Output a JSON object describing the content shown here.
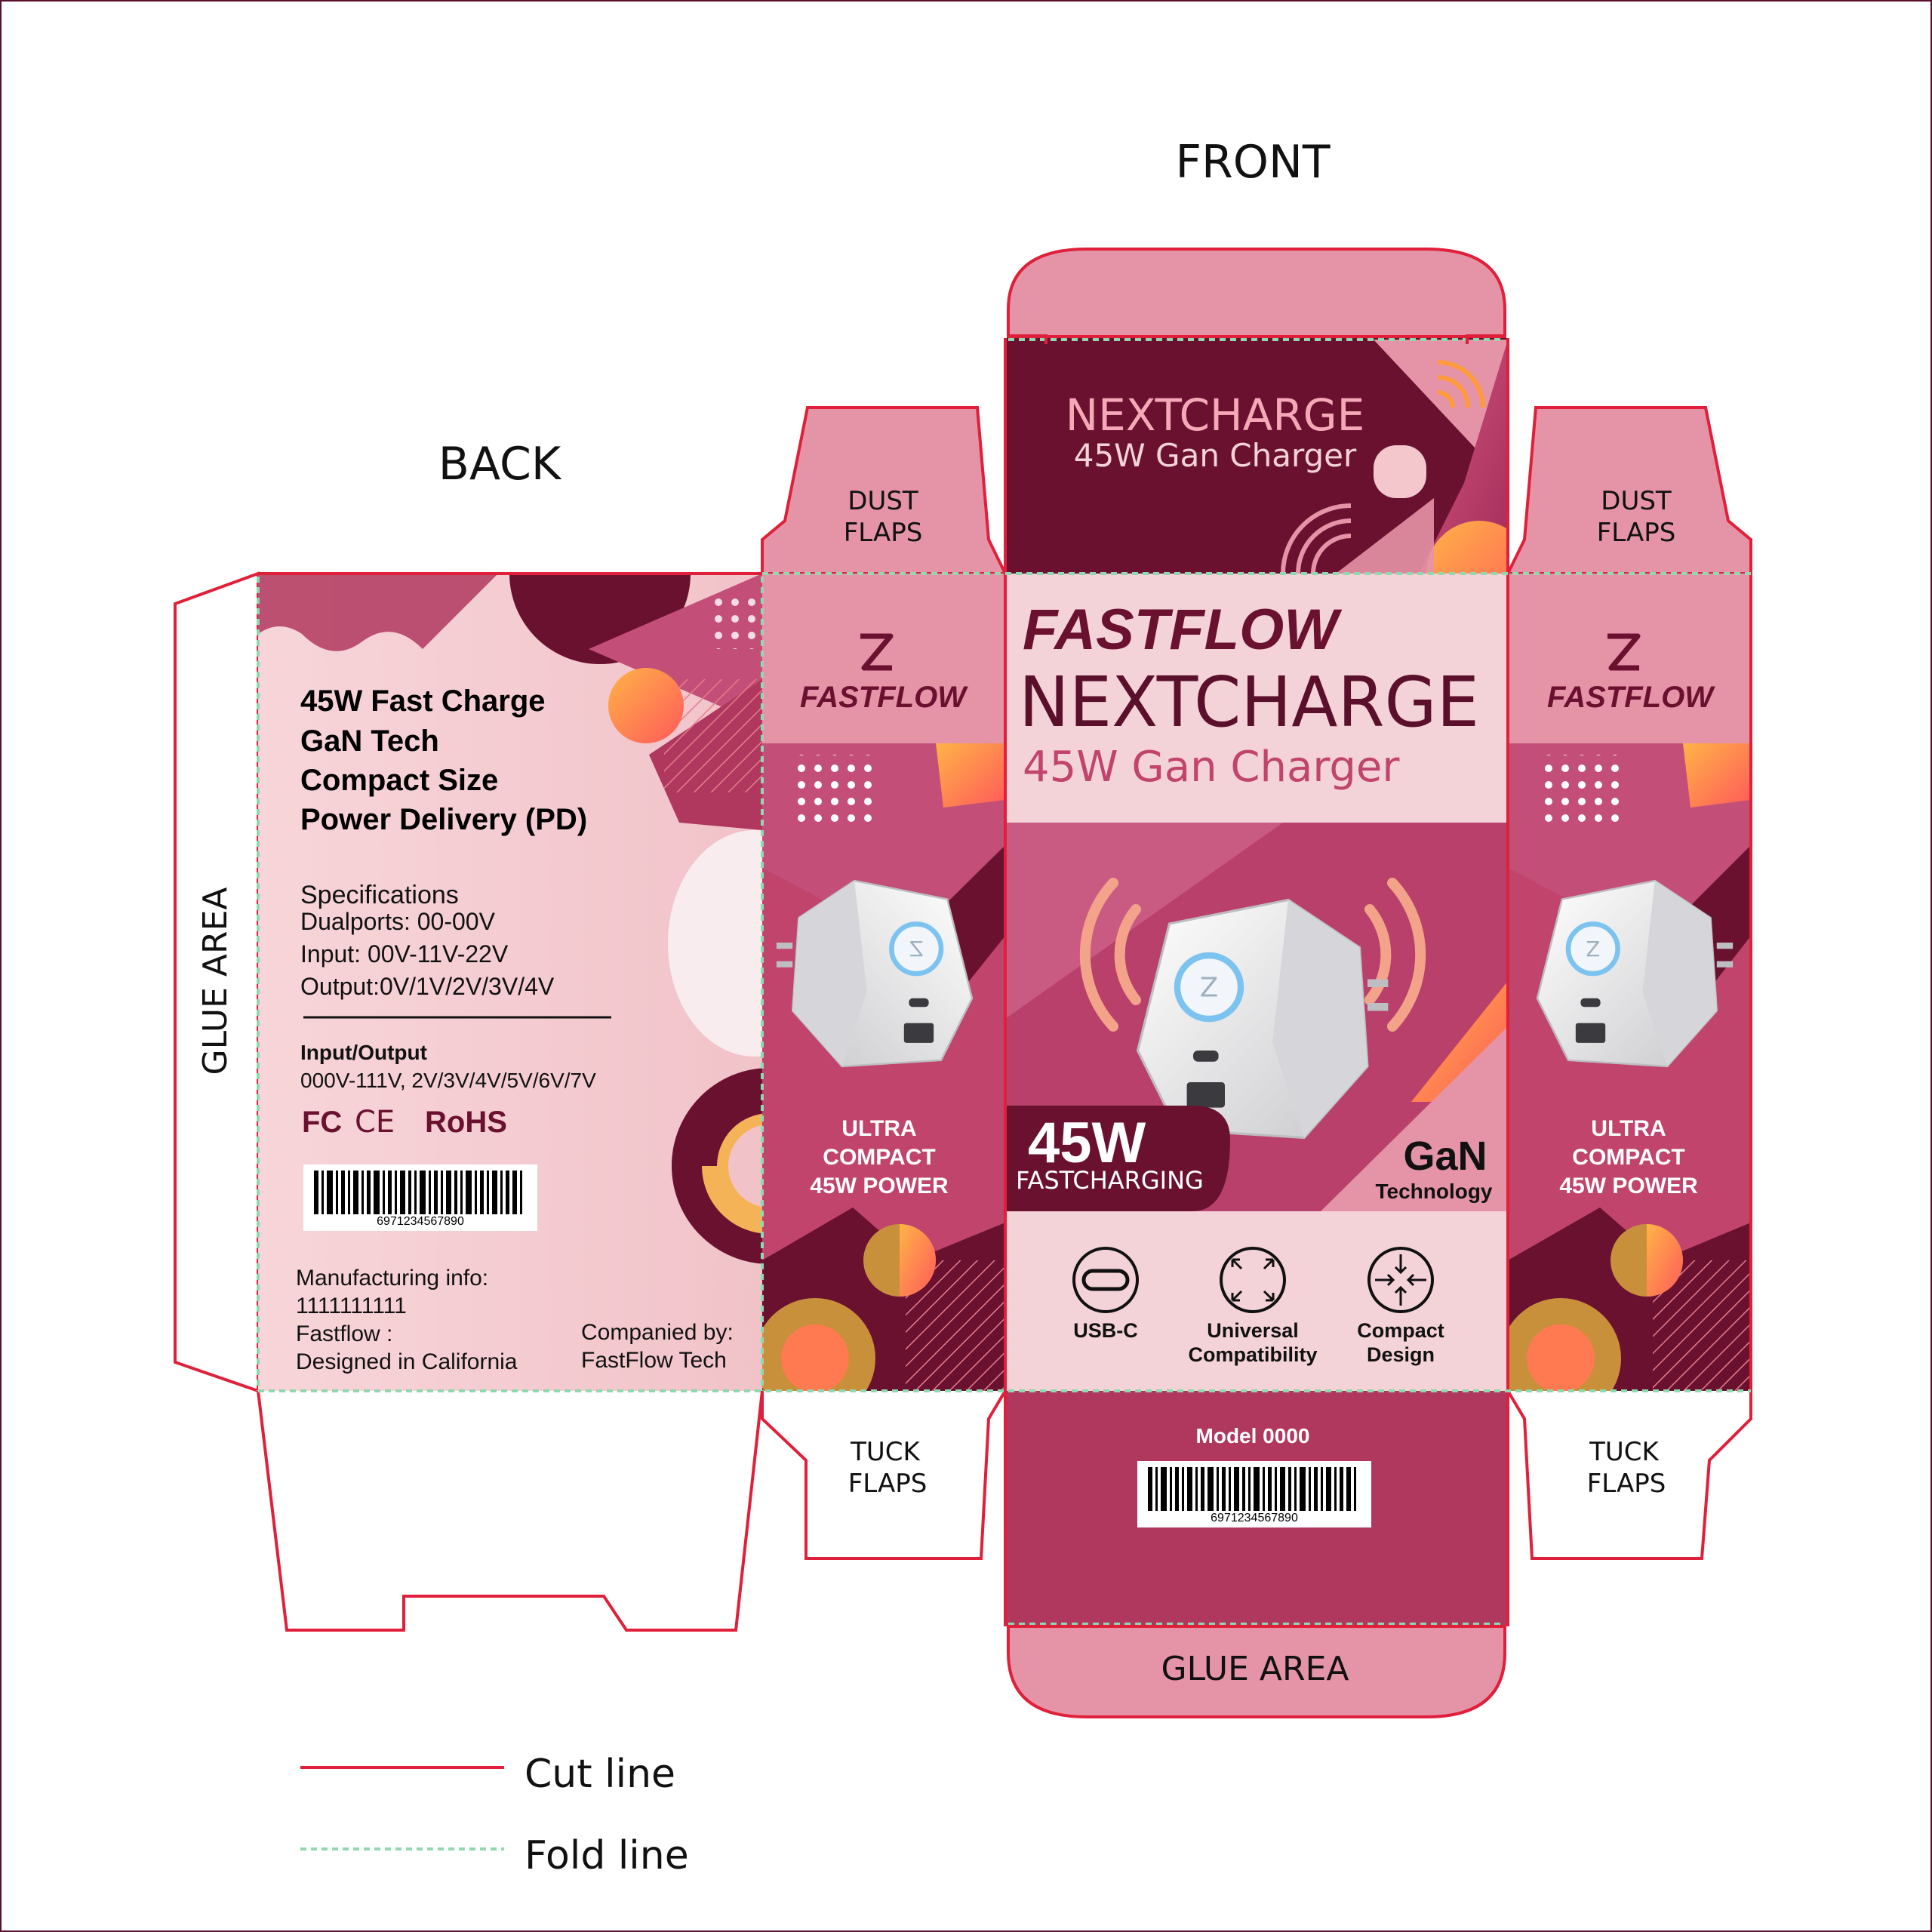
{
  "labels": {
    "front": "FRONT",
    "back": "BACK",
    "dust_flaps": "DUST FLAPS",
    "tuck_flaps": "TUCK FLAPS",
    "glue_area_side": "GLUE AREA",
    "glue_area_bottom": "GLUE AREA"
  },
  "front_panel": {
    "brand": "FASTFLOW",
    "product": "NEXTCHARGE",
    "subtitle": "45W Gan Charger",
    "badge_watt": "45W",
    "badge_text": "FASTCHARGING",
    "gan_title": "GaN",
    "gan_sub": "Technology",
    "features": [
      {
        "line1": "USB-C",
        "line2": "",
        "icon": "usb-c-icon"
      },
      {
        "line1": "Universal",
        "line2": "Compatibility",
        "icon": "expand-arrows-icon"
      },
      {
        "line1": "Compact",
        "line2": "Design",
        "icon": "compress-arrows-icon"
      }
    ]
  },
  "top_flap": {
    "product": "NEXTCHARGE",
    "subtitle": "45W Gan Charger"
  },
  "side_panel": {
    "brand": "FASTFLOW",
    "line1": "ULTRA",
    "line2": "COMPACT",
    "line3": "45W POWER"
  },
  "bottom_flap": {
    "model": "Model 0000",
    "barcode": "6971234567890"
  },
  "back_panel": {
    "features": [
      "45W Fast Charge",
      "GaN Tech",
      "Compact Size",
      "Power Delivery (PD)"
    ],
    "spec_title": "Specifications",
    "specs": [
      "Dualports: 00-00V",
      "Input: 00V-11V-22V",
      "Output:0V/1V/2V/3V/4V"
    ],
    "io_title": "Input/Output",
    "io_value": "000V-111V, 2V/3V/4V/5V/6V/7V",
    "cert_fc": "FC",
    "cert_ce": "CE",
    "cert_rohs": "RoHS",
    "barcode": "6971234567890",
    "mfg_title": "Manufacturing info:",
    "mfg_id": "1111111111",
    "mfg_brand": "Fastflow :",
    "mfg_origin": "Designed in California",
    "companied_title": "Companied by:",
    "companied_name": "FastFlow Tech"
  },
  "legend": {
    "cut": "Cut line",
    "fold": "Fold line"
  },
  "colors": {
    "cut_line": "#e0203a",
    "fold_line": "#8fd8b0",
    "maroon": "#6a1130",
    "magenta": "#b0385f",
    "pink": "#e593a6",
    "light_pink": "#f4d3d8",
    "orange": "#ff7a50",
    "gold": "#c8903a"
  }
}
